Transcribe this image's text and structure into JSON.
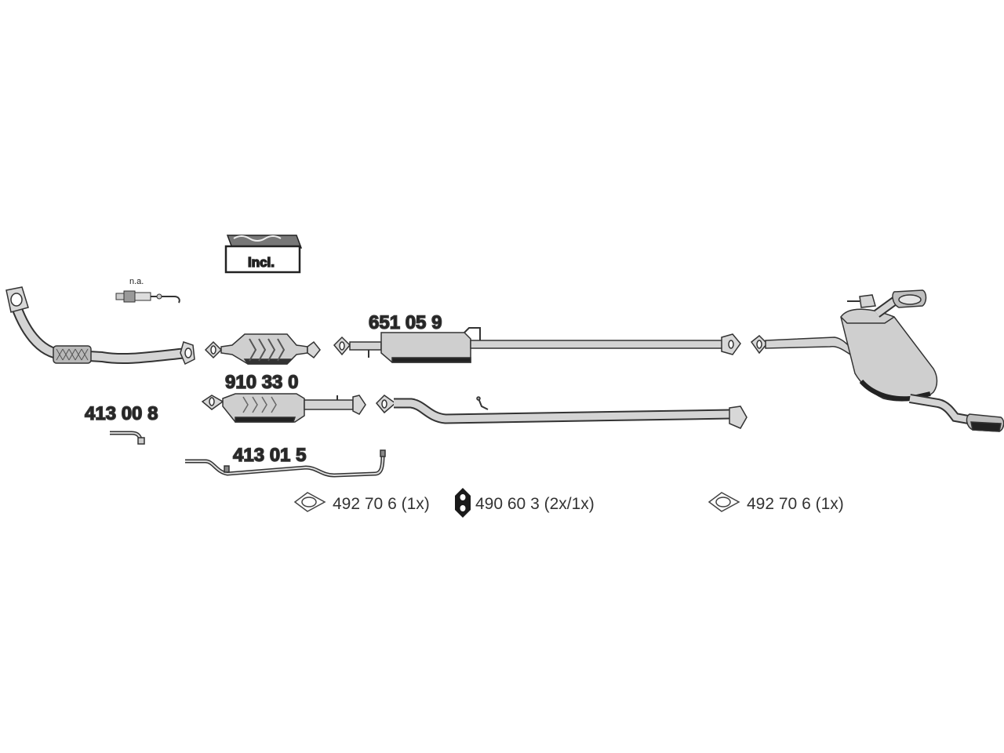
{
  "diagram": {
    "colors": {
      "part_fill": "#cfcfcf",
      "outline": "#333333",
      "dark": "#1c1c1c",
      "text": "#222222"
    },
    "labels": {
      "not_available": "n.a.",
      "included": "incl.",
      "muffler_front": "651 05 9",
      "catalyst_lower": "910 33 0",
      "pipe_small": "413 00 8",
      "pipe_long": "413 01 5"
    },
    "legend": [
      {
        "icon": "gasket-ring-icon",
        "text": "492 70 6 (1x)"
      },
      {
        "icon": "rubber-hanger-icon",
        "text": "490 60 3 (2x/1x)"
      },
      {
        "icon": "gasket-ring-icon",
        "text": "492 70 6 (1x)"
      }
    ]
  }
}
